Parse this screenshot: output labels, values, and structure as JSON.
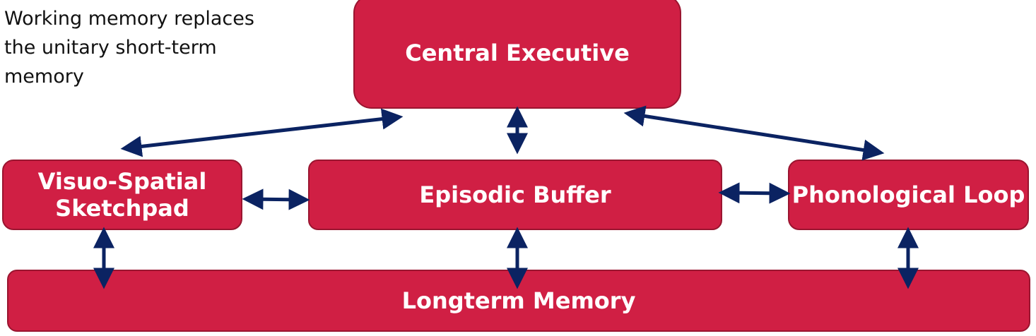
{
  "caption": "Working memory replaces\nthe unitary short-term\nmemory",
  "components": {
    "central_executive": "Central Executive",
    "visuo_spatial": "Visuo-Spatial\nSketchpad",
    "episodic_buffer": "Episodic Buffer",
    "phonological_loop": "Phonological Loop",
    "longterm_memory": "Longterm Memory"
  },
  "colors": {
    "box_fill": "#d01f44",
    "box_border": "#9a1530",
    "box_text": "#ffffff",
    "arrow": "#0b2362",
    "caption_text": "#111111"
  }
}
